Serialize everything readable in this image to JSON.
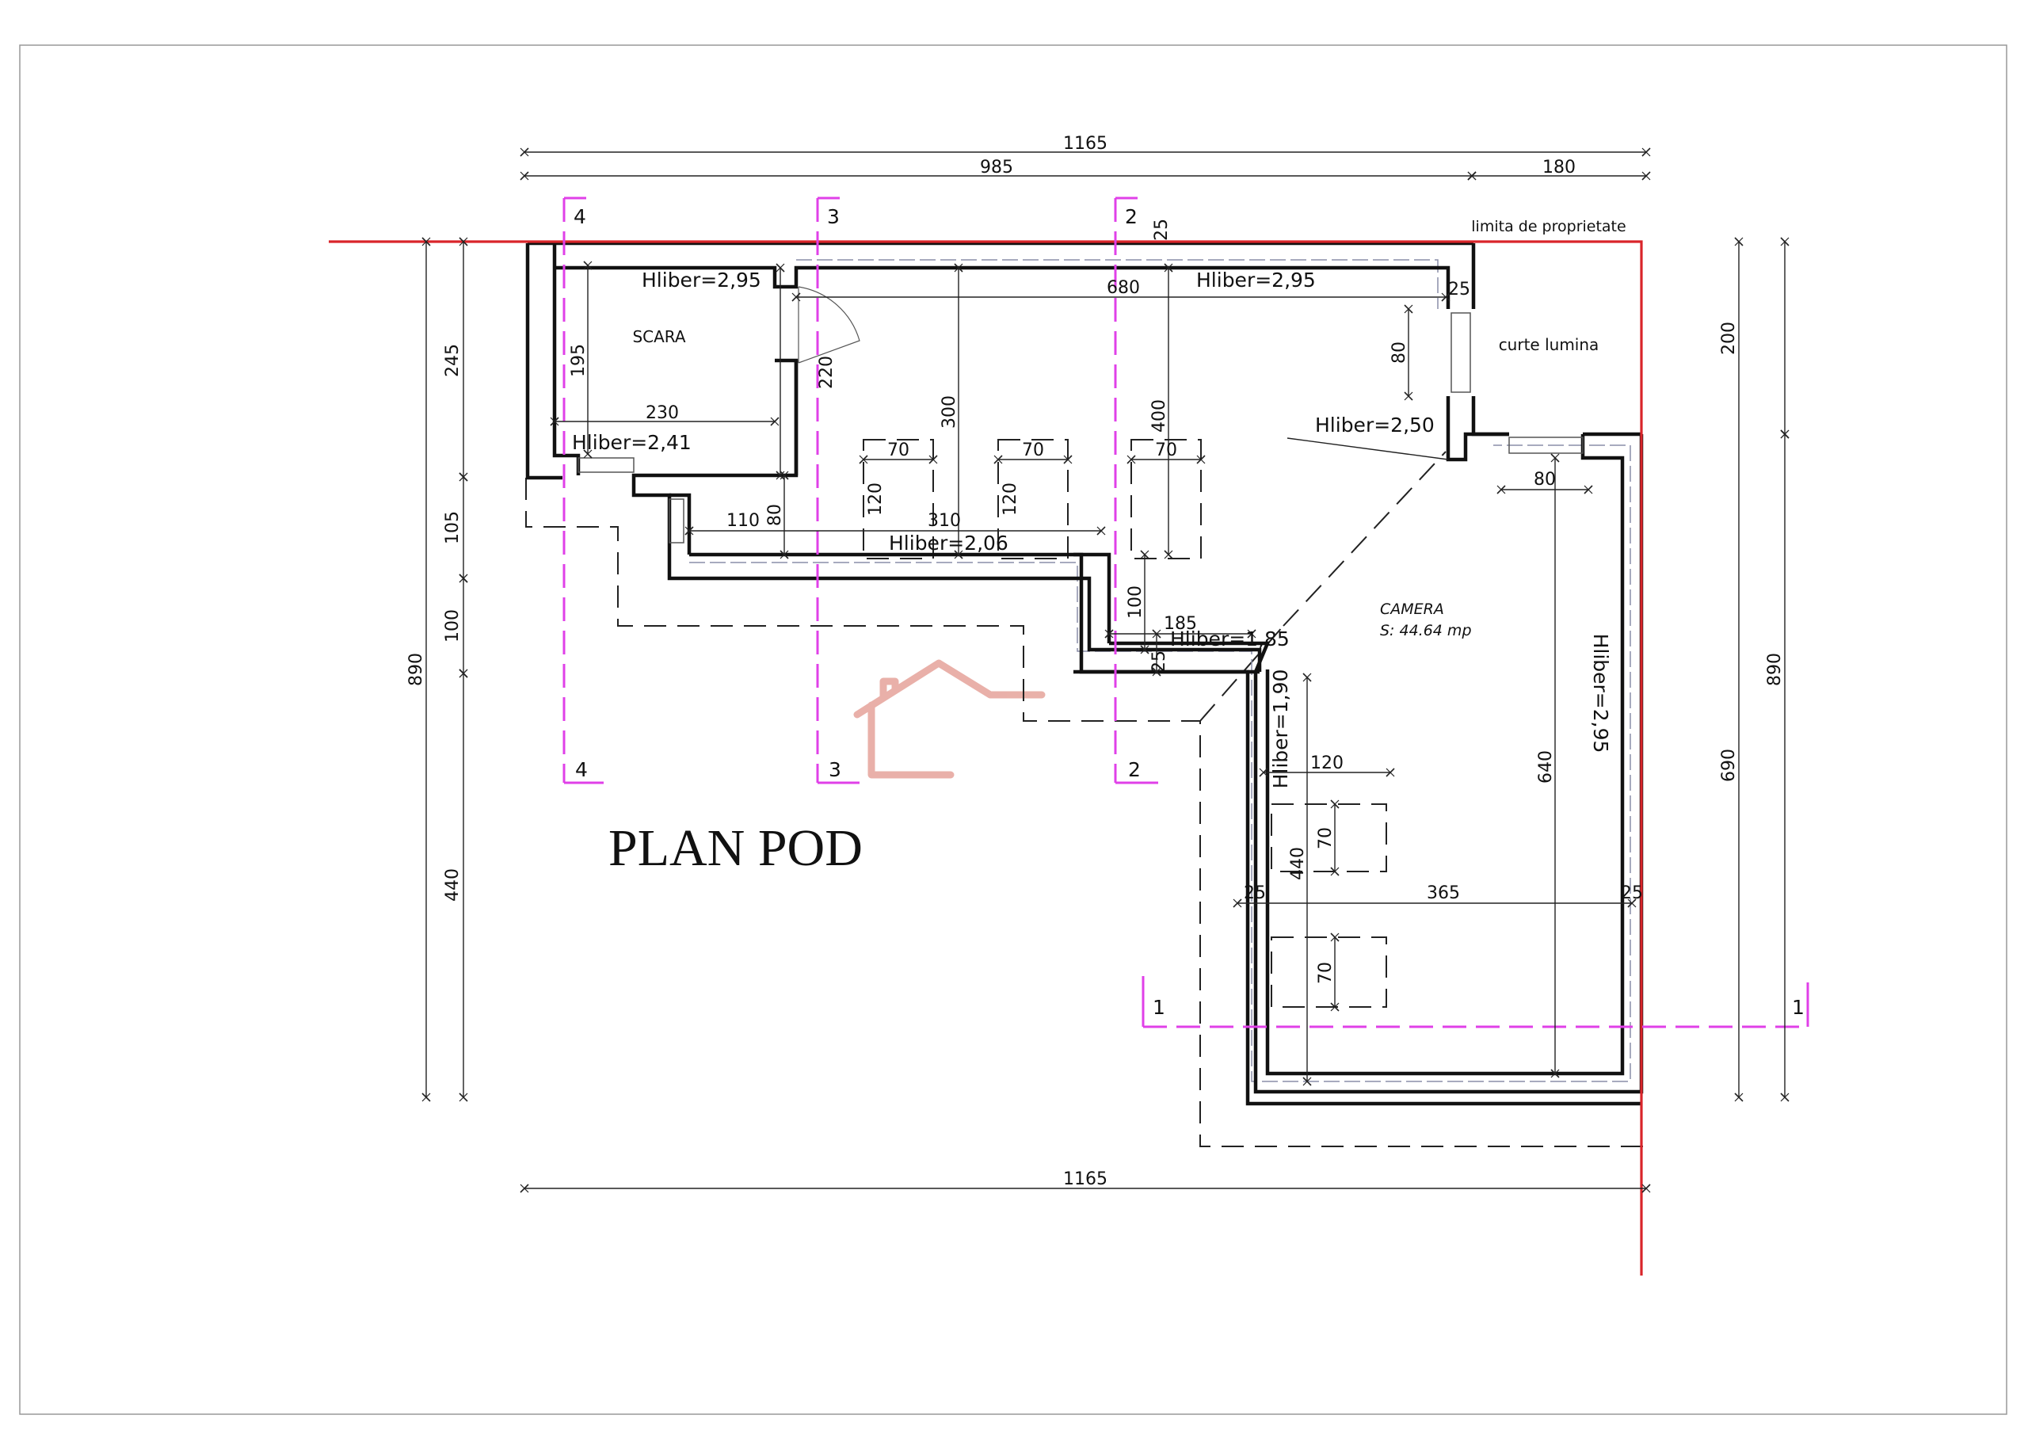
{
  "title": "PLAN POD",
  "property_limit_label": "limita de proprietate",
  "rooms": {
    "stair": "SCARA",
    "light_well": "curte lumina",
    "room_name": "CAMERA",
    "room_area": "S: 44.64 mp"
  },
  "heights": [
    "Hliber=2,95",
    "Hliber=2,95",
    "Hliber=2,41",
    "Hliber=2,06",
    "Hliber=2,50",
    "Hliber=1,85",
    "Hliber=1,90",
    "Hliber=2,95"
  ],
  "section_markers": [
    "4",
    "3",
    "2",
    "1"
  ],
  "dimensions": {
    "top_total": "1165",
    "top_a": "985",
    "top_b": "180",
    "bottom_total": "1165",
    "left_total": "890",
    "left_a": "245",
    "left_b": "105",
    "left_c": "100",
    "left_d": "440",
    "right_total": "890",
    "right_a": "200",
    "right_b": "690",
    "inner": [
      "680",
      "25",
      "25",
      "195",
      "230",
      "220",
      "300",
      "400",
      "80",
      "70",
      "70",
      "70",
      "120",
      "120",
      "110",
      "80",
      "310",
      "100",
      "185",
      "25",
      "80",
      "640",
      "120",
      "70",
      "440",
      "70",
      "25",
      "365",
      "25"
    ]
  },
  "colors": {
    "property_line": "#d9252a",
    "section_line": "#e040e8",
    "walls": "#111111",
    "watermark": "#e7a8a0"
  }
}
